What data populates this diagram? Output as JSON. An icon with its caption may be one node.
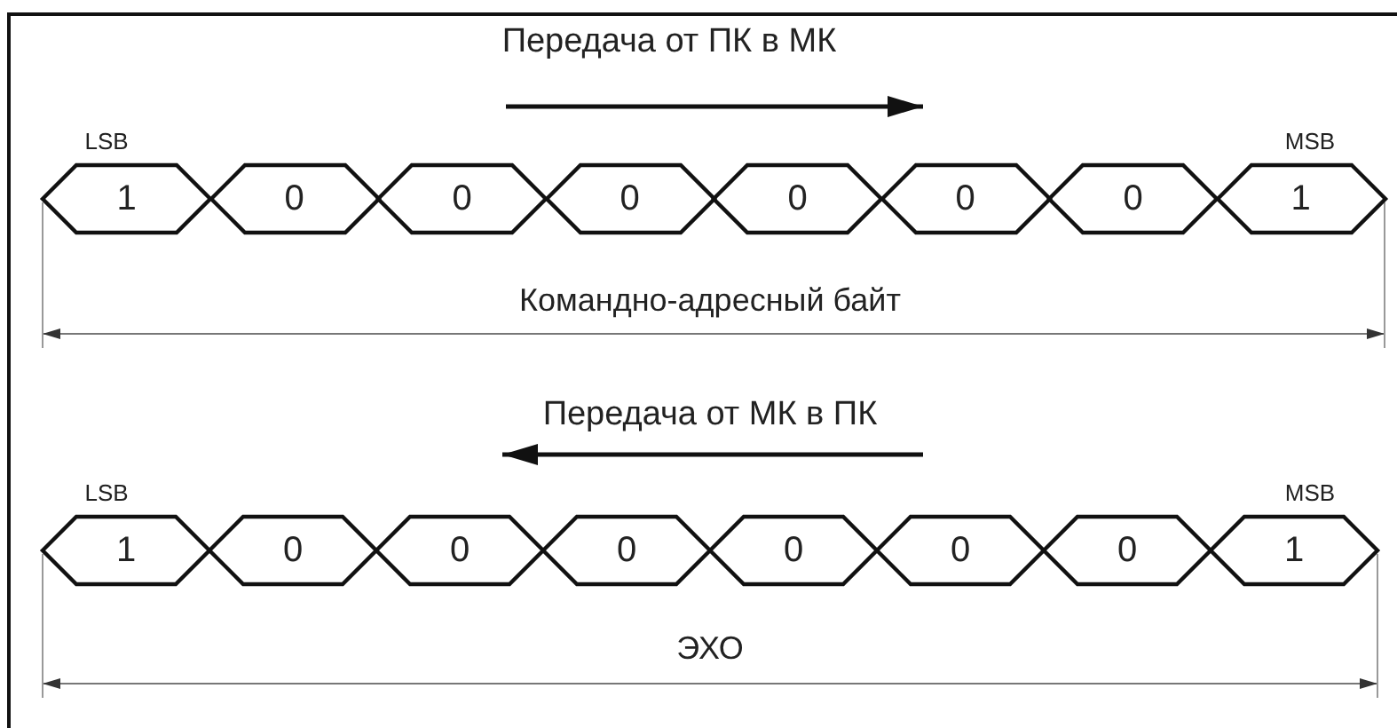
{
  "diagram": {
    "nodes": [
      {
        "text": [
          "1"
        ]
      },
      {
        "text": [
          "0"
        ]
      },
      {
        "text": [
          "0"
        ]
      },
      {
        "text": [
          "0"
        ]
      },
      {
        "text": [
          "0"
        ]
      },
      {
        "text": [
          "0"
        ]
      },
      {
        "text": [
          "0"
        ]
      },
      {
        "text": [
          "1"
        ]
      },
      {
        "text": [
          "1"
        ]
      },
      {
        "text": [
          "0"
        ]
      },
      {
        "text": [
          "0"
        ]
      },
      {
        "text": [
          "0"
        ]
      },
      {
        "text": [
          "0"
        ]
      },
      {
        "text": [
          "0"
        ]
      },
      {
        "text": [
          "0"
        ]
      },
      {
        "text": [
          "1"
        ]
      }
    ],
    "edges": [],
    "labels": [
      "Передача от ПК в МК",
      "LSB",
      "MSB",
      "Командно-адресный байт",
      "Передача от МК в ПК",
      "LSB",
      "MSB",
      "ЭХО"
    ]
  }
}
